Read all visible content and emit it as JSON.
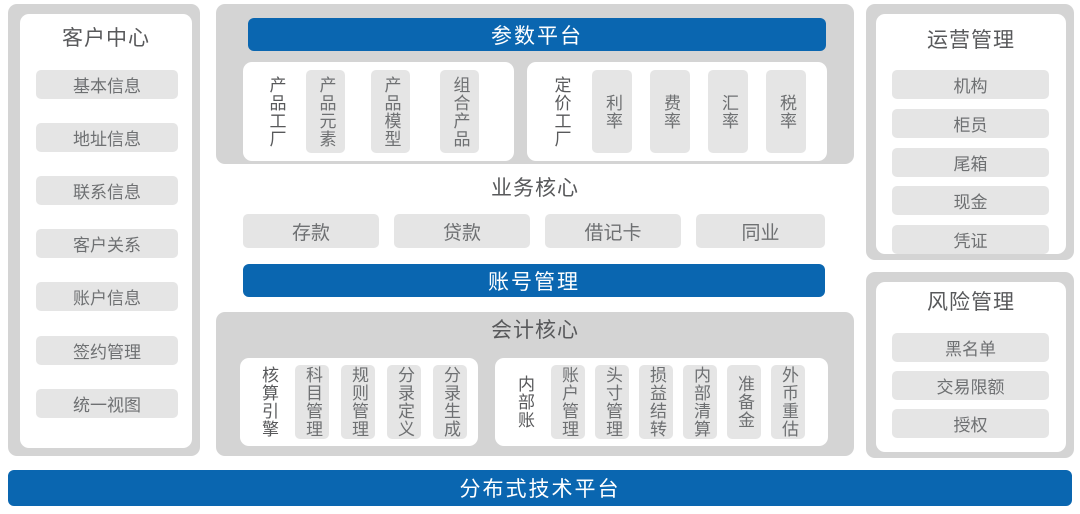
{
  "diagram": {
    "accent_blue": "#0a66b0",
    "chip_gray": "#e5e5e5",
    "shell_gray": "#d4d4d4"
  },
  "customer_center": {
    "title": "客户中心",
    "items": [
      {
        "label": "基本信息"
      },
      {
        "label": "地址信息"
      },
      {
        "label": "联系信息"
      },
      {
        "label": "客户关系"
      },
      {
        "label": "账户信息"
      },
      {
        "label": "签约管理"
      },
      {
        "label": "统一视图"
      }
    ]
  },
  "parameter_platform": {
    "title": "参数平台",
    "groups": [
      {
        "name": "product-factory",
        "lead": {
          "label": "产品工厂",
          "style": "plain"
        },
        "items": [
          {
            "label": "产品元素"
          },
          {
            "label": "产品模型"
          },
          {
            "label": "组合产品"
          }
        ]
      },
      {
        "name": "pricing-factory",
        "lead": {
          "label": "定价工厂",
          "style": "plain"
        },
        "items": [
          {
            "label": "利率"
          },
          {
            "label": "费率"
          },
          {
            "label": "汇率"
          },
          {
            "label": "税率"
          }
        ]
      }
    ]
  },
  "business_core": {
    "title": "业务核心",
    "items": [
      {
        "label": "存款"
      },
      {
        "label": "贷款"
      },
      {
        "label": "借记卡"
      },
      {
        "label": "同业"
      }
    ],
    "account_bar": "账号管理"
  },
  "accounting_core": {
    "title": "会计核心",
    "groups": [
      {
        "name": "accounting-engine",
        "lead": {
          "label": "核算引擎",
          "style": "plain"
        },
        "items": [
          {
            "label": "科目管理"
          },
          {
            "label": "规则管理"
          },
          {
            "label": "分录定义"
          },
          {
            "label": "分录生成"
          }
        ]
      },
      {
        "name": "internal-ledger",
        "lead": {
          "label": "内部账",
          "style": "plain"
        },
        "items": [
          {
            "label": "账户管理"
          },
          {
            "label": "头寸管理"
          },
          {
            "label": "损益结转"
          },
          {
            "label": "内部清算"
          },
          {
            "label": "准备金"
          },
          {
            "label": "外币重估"
          }
        ]
      }
    ]
  },
  "operations_management": {
    "title": "运营管理",
    "items": [
      {
        "label": "机构"
      },
      {
        "label": "柜员"
      },
      {
        "label": "尾箱"
      },
      {
        "label": "现金"
      },
      {
        "label": "凭证"
      }
    ]
  },
  "risk_management": {
    "title": "风险管理",
    "items": [
      {
        "label": "黑名单"
      },
      {
        "label": "交易限额"
      },
      {
        "label": "授权"
      }
    ]
  },
  "platform_bar": {
    "label": "分布式技术平台"
  }
}
